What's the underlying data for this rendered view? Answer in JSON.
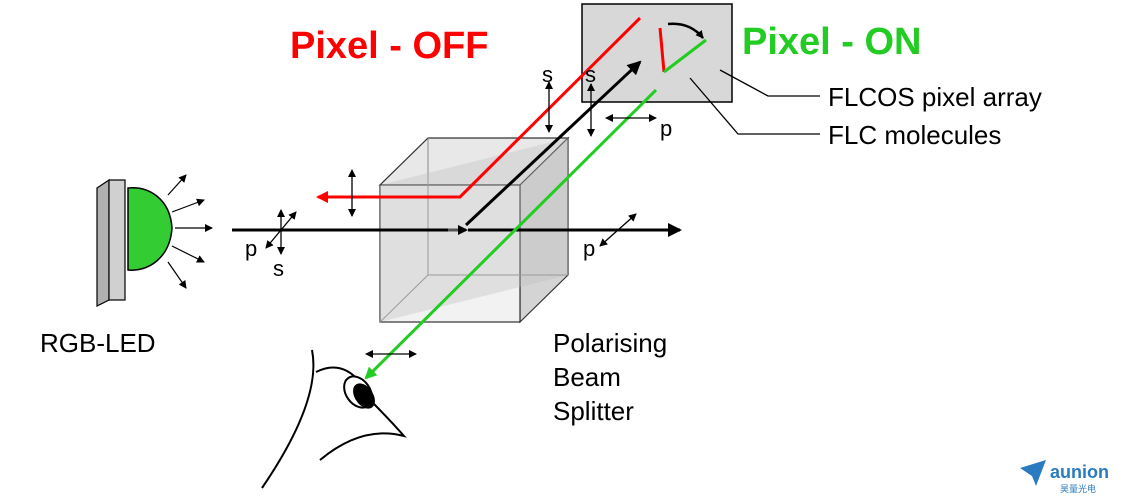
{
  "labels": {
    "pixel_off": "Pixel - OFF",
    "pixel_on": "Pixel - ON",
    "flcos_array": "FLCOS pixel array",
    "flc_molecules": "FLC molecules",
    "rgb_led": "RGB-LED",
    "pbs_line1": "Polarising",
    "pbs_line2": "Beam",
    "pbs_line3": "Splitter"
  },
  "polarization_marks": {
    "s_top_left": "s",
    "s_top_right": "s",
    "p_right_top": "p",
    "p_input": "p",
    "s_input": "s",
    "p_output": "p"
  },
  "logo": {
    "name": "aunion",
    "subtitle": "昊量光电"
  },
  "colors": {
    "off": "#ff0000",
    "on": "#22cc22",
    "led_green": "#33cc33",
    "panel_gray": "#d8d8d8",
    "logo_blue": "#2a7bbf"
  }
}
